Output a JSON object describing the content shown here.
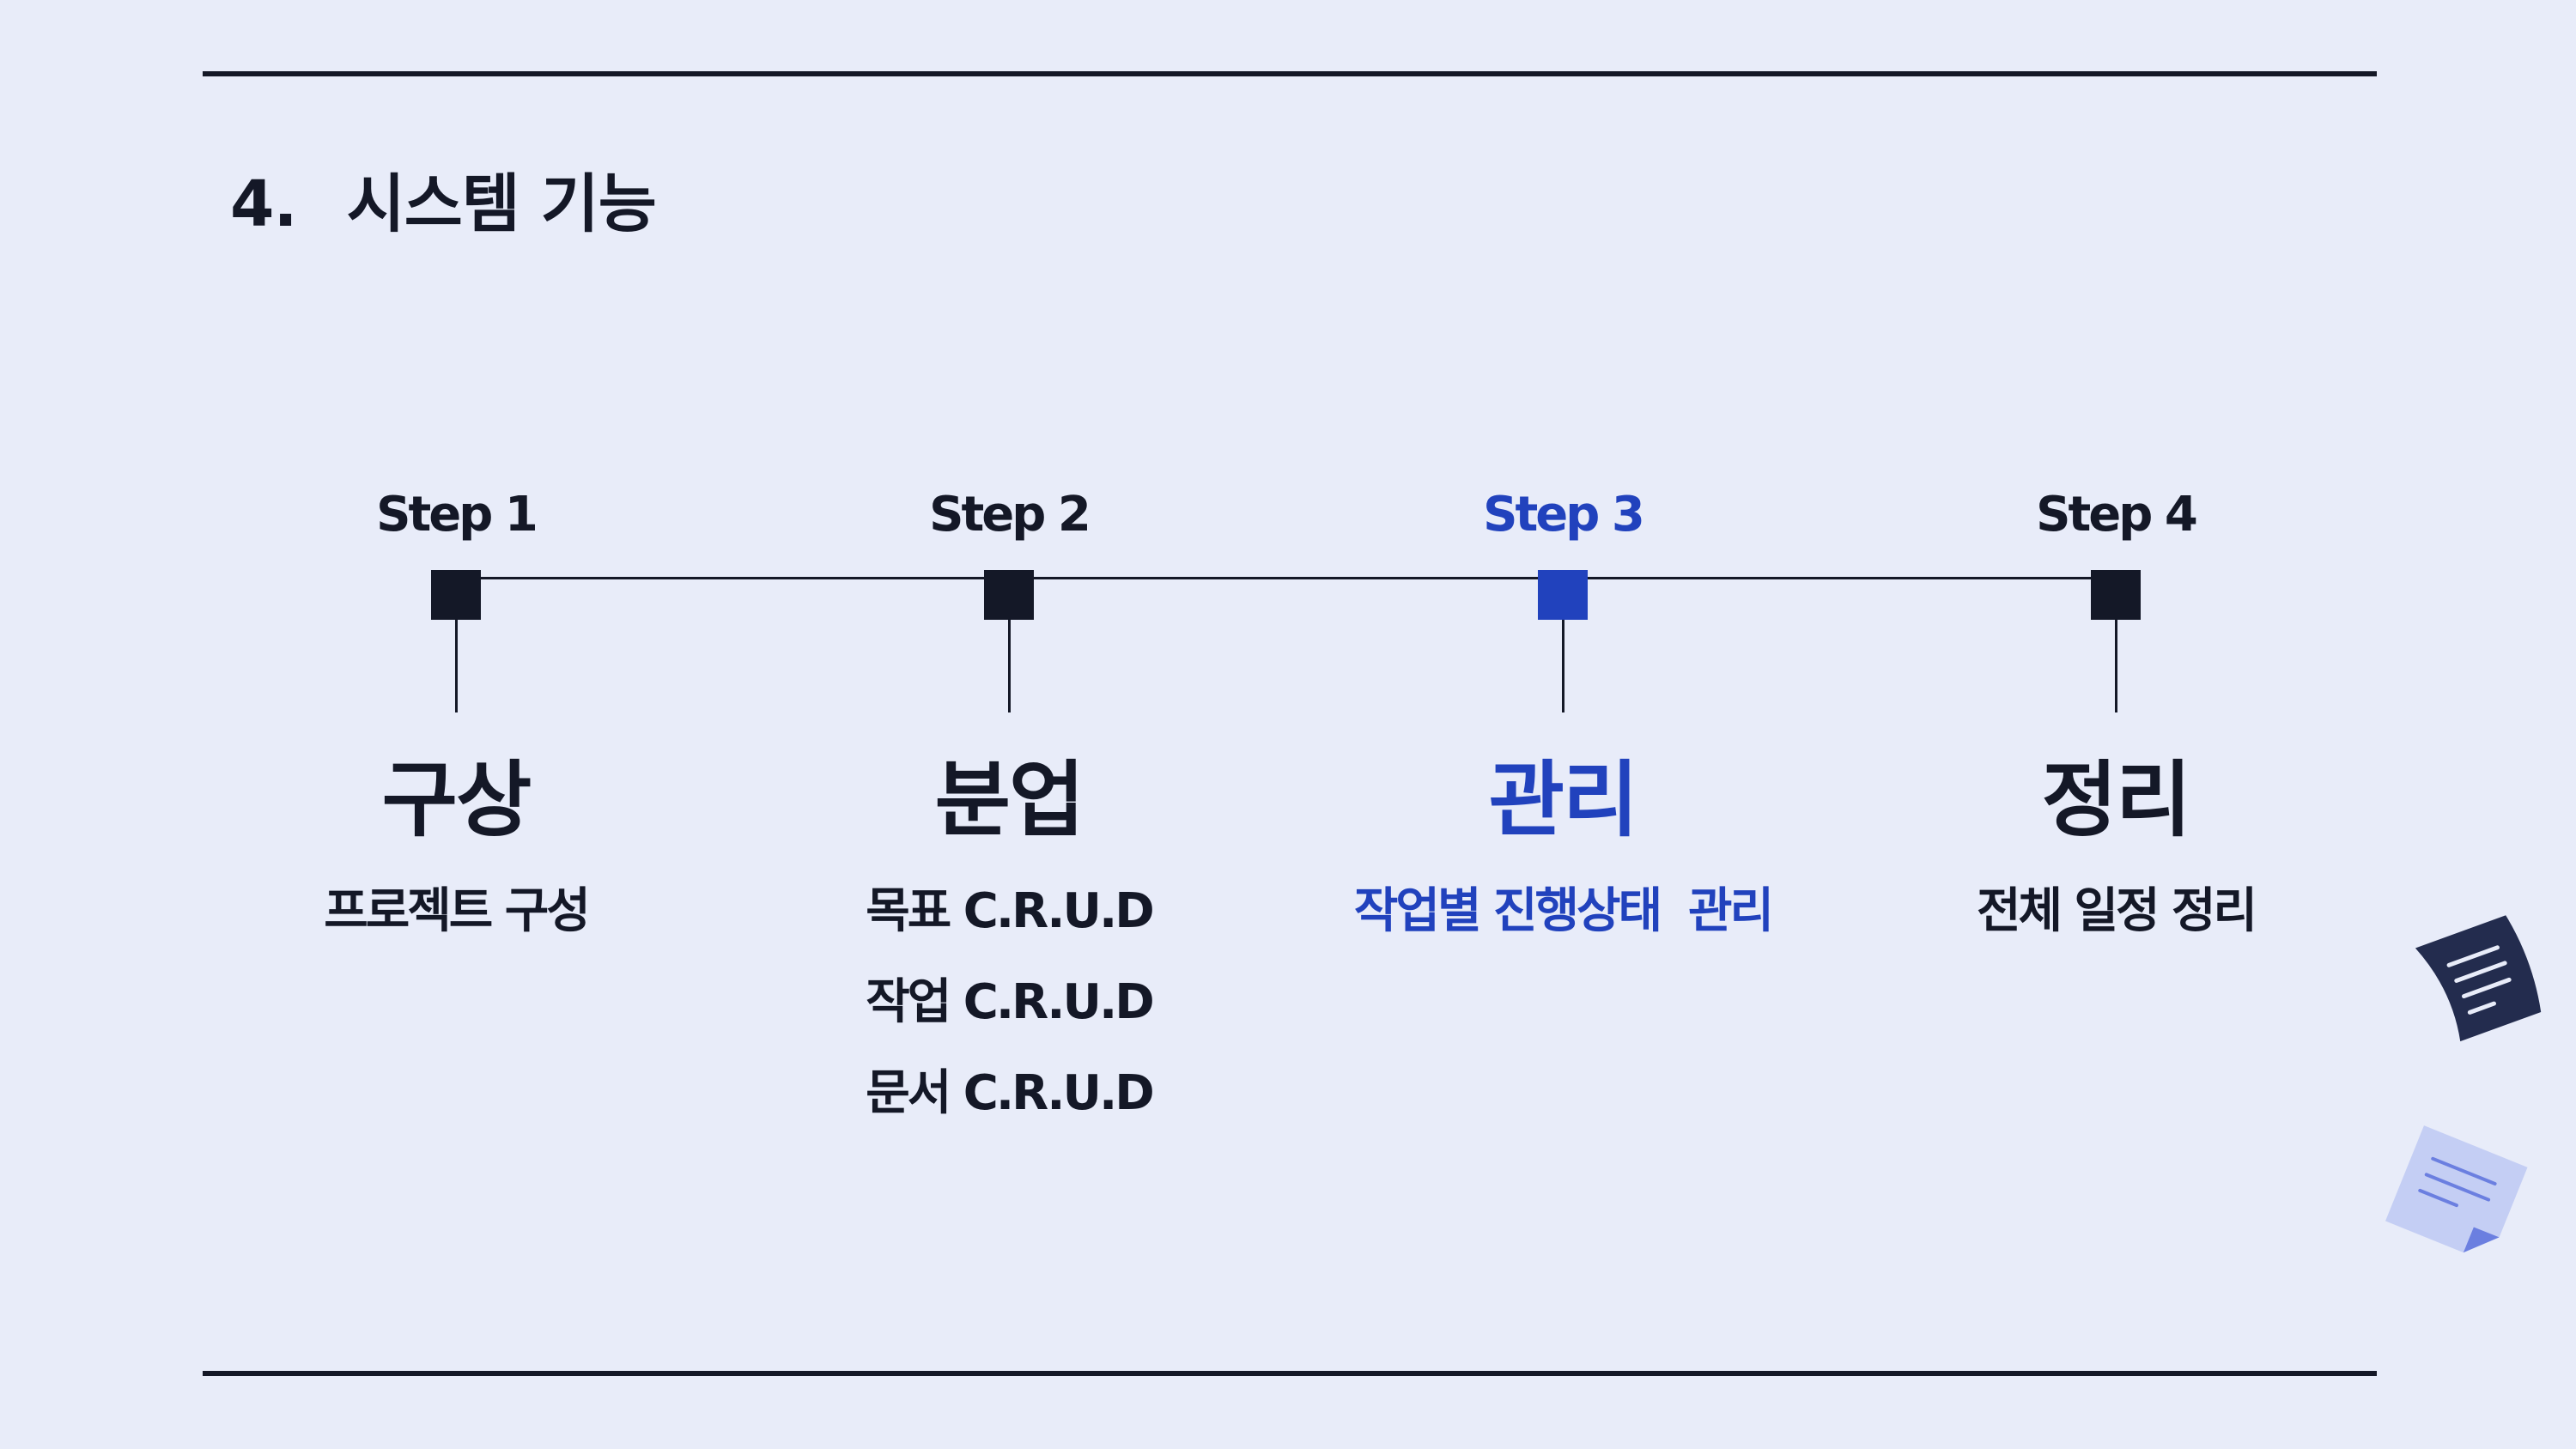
{
  "slide": {
    "number": "4.",
    "title": "시스템 기능"
  },
  "colors": {
    "background": "#e8ecf9",
    "dark": "#141827",
    "accent": "#2142bd",
    "doc_dark": "#232c4e",
    "doc_light": "#c4cef4",
    "doc_fold": "#6b7fe0"
  },
  "steps": [
    {
      "label": "Step 1",
      "heading": "구상",
      "items": [
        "프로젝트 구성"
      ],
      "active": false
    },
    {
      "label": "Step 2",
      "heading": "분업",
      "items": [
        "목표 C.R.U.D",
        "작업 C.R.U.D",
        "문서 C.R.U.D"
      ],
      "active": false
    },
    {
      "label": "Step 3",
      "heading": "관리",
      "items": [
        "작업별 진행상태  관리"
      ],
      "active": true
    },
    {
      "label": "Step 4",
      "heading": "정리",
      "items": [
        "전체 일정 정리"
      ],
      "active": false
    }
  ],
  "icons": [
    "document-icon-dark",
    "document-icon-light"
  ]
}
